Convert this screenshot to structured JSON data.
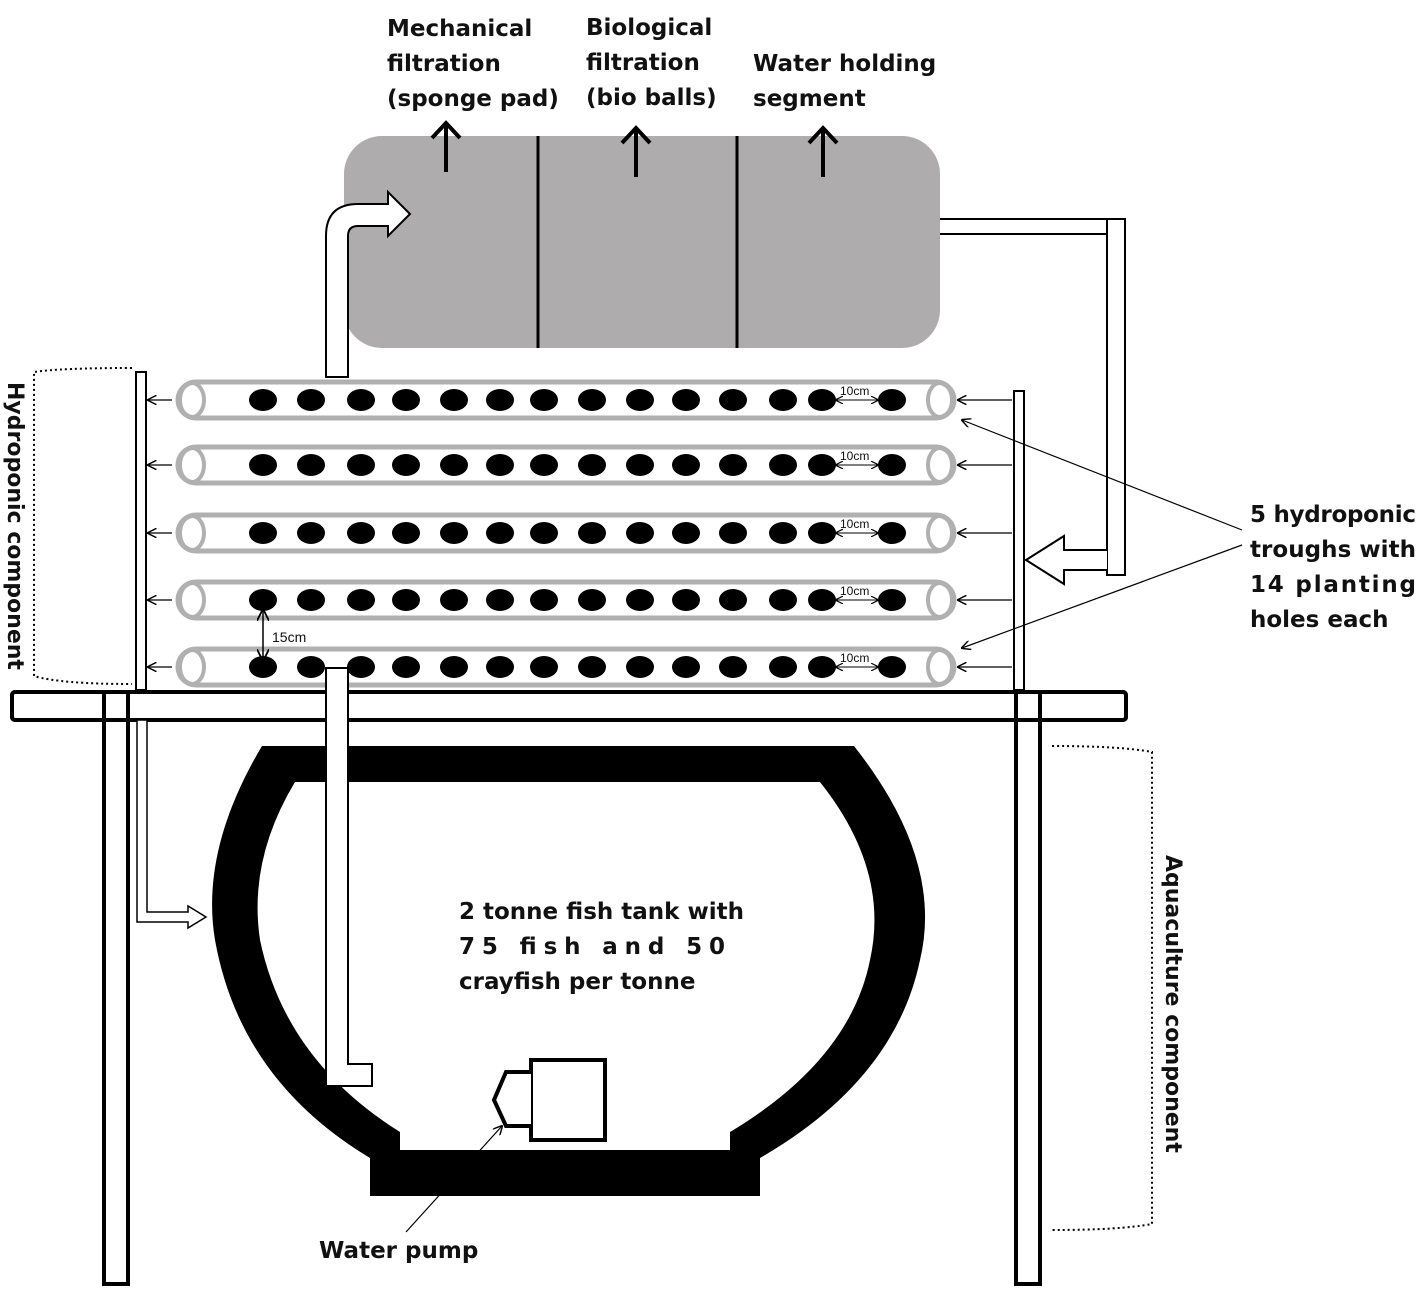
{
  "labels": {
    "mechanical": [
      "Mechanical",
      "filtration",
      "(sponge pad)"
    ],
    "biological": [
      "Biological",
      "filtration",
      "(bio balls)"
    ],
    "water_holding": [
      "Water holding",
      "segment"
    ],
    "troughs": [
      "5  hydroponic",
      "troughs   with",
      "14      planting",
      "holes each"
    ],
    "fish_tank": [
      "2 tonne fish tank with",
      "75      fish      and      50",
      "crayfish per tonne"
    ],
    "water_pump": "Water pump",
    "hydroponic_component": "Hydroponic component",
    "aquaculture_component": "Aquaculture component",
    "spacing_vertical": "15cm",
    "spacing_horizontal": "10cm"
  },
  "troughs": {
    "count": 5,
    "holes_per_trough": 14
  },
  "colors": {
    "filter_tank": "#aeacac",
    "trough_outline": "#b0b0b0",
    "ink": "#000000"
  }
}
